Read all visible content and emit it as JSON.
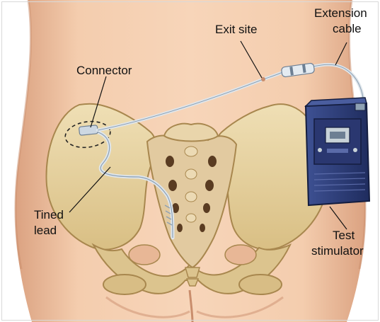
{
  "labels": {
    "extension_line1": "Extension",
    "extension_line2": "cable",
    "exit_site": "Exit site",
    "connector": "Connector",
    "tined_line1": "Tined",
    "tined_line2": "lead",
    "test_line1": "Test",
    "test_line2": "stimulator"
  },
  "colors": {
    "skin": "#f2c9a6",
    "bone": "#e7d3a0",
    "device": "#2f3f7e",
    "cable": "#dfe6ec"
  }
}
